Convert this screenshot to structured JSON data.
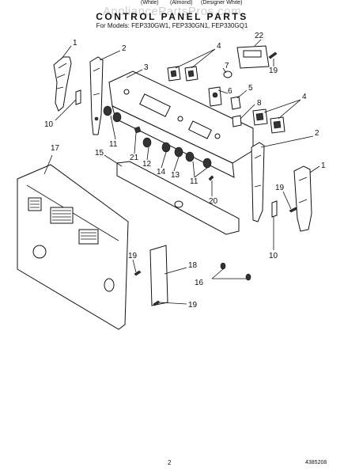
{
  "header": {
    "watermark": "AppliancePartsPros.com",
    "title": "CONTROL PANEL PARTS",
    "models_line": "For Models: FEP330GW1, FEP330GN1, FEP330GQ1",
    "finishes": [
      "(White)",
      "(Almond)",
      "(Designer White)"
    ]
  },
  "callouts": {
    "c1a": "1",
    "c2a": "2",
    "c3": "3",
    "c4a": "4",
    "c22": "22",
    "c19a": "19",
    "c7": "7",
    "c5": "5",
    "c6": "6",
    "c8": "8",
    "c4b": "4",
    "c10a": "10",
    "c11a": "11",
    "c21": "21",
    "c12": "12",
    "c14": "14",
    "c13": "13",
    "c11b": "11",
    "c2b": "2",
    "c1b": "1",
    "c17": "17",
    "c15": "15",
    "c20": "20",
    "c19b": "19",
    "c10b": "10",
    "c19c": "19",
    "c18": "18",
    "c16": "16",
    "c19d": "19"
  },
  "footer": {
    "page_number": "2",
    "doc_number": "4385208"
  }
}
